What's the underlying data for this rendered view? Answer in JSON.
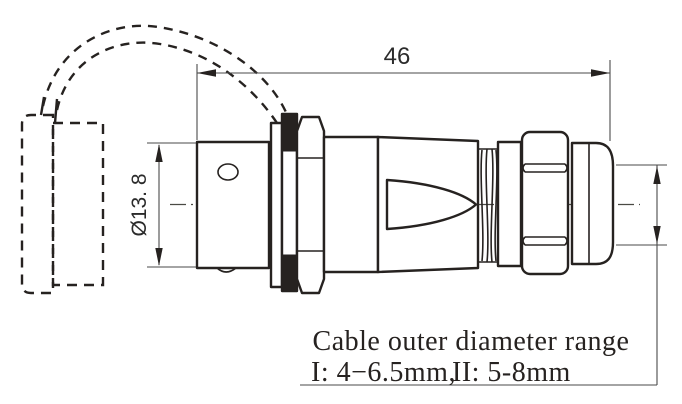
{
  "drawing": {
    "dimensions": {
      "overall_length": "46",
      "shell_diameter": "Ø13. 8"
    },
    "note": {
      "line1": "Cable outer diameter range",
      "range_i": "I: 4−6.5mm,",
      "range_ii": "II: 5-8mm"
    },
    "colors": {
      "line": "#262220",
      "dimension_line": "#4a4a4a",
      "background": "#ffffff",
      "gasket_fill": "#262220"
    }
  }
}
